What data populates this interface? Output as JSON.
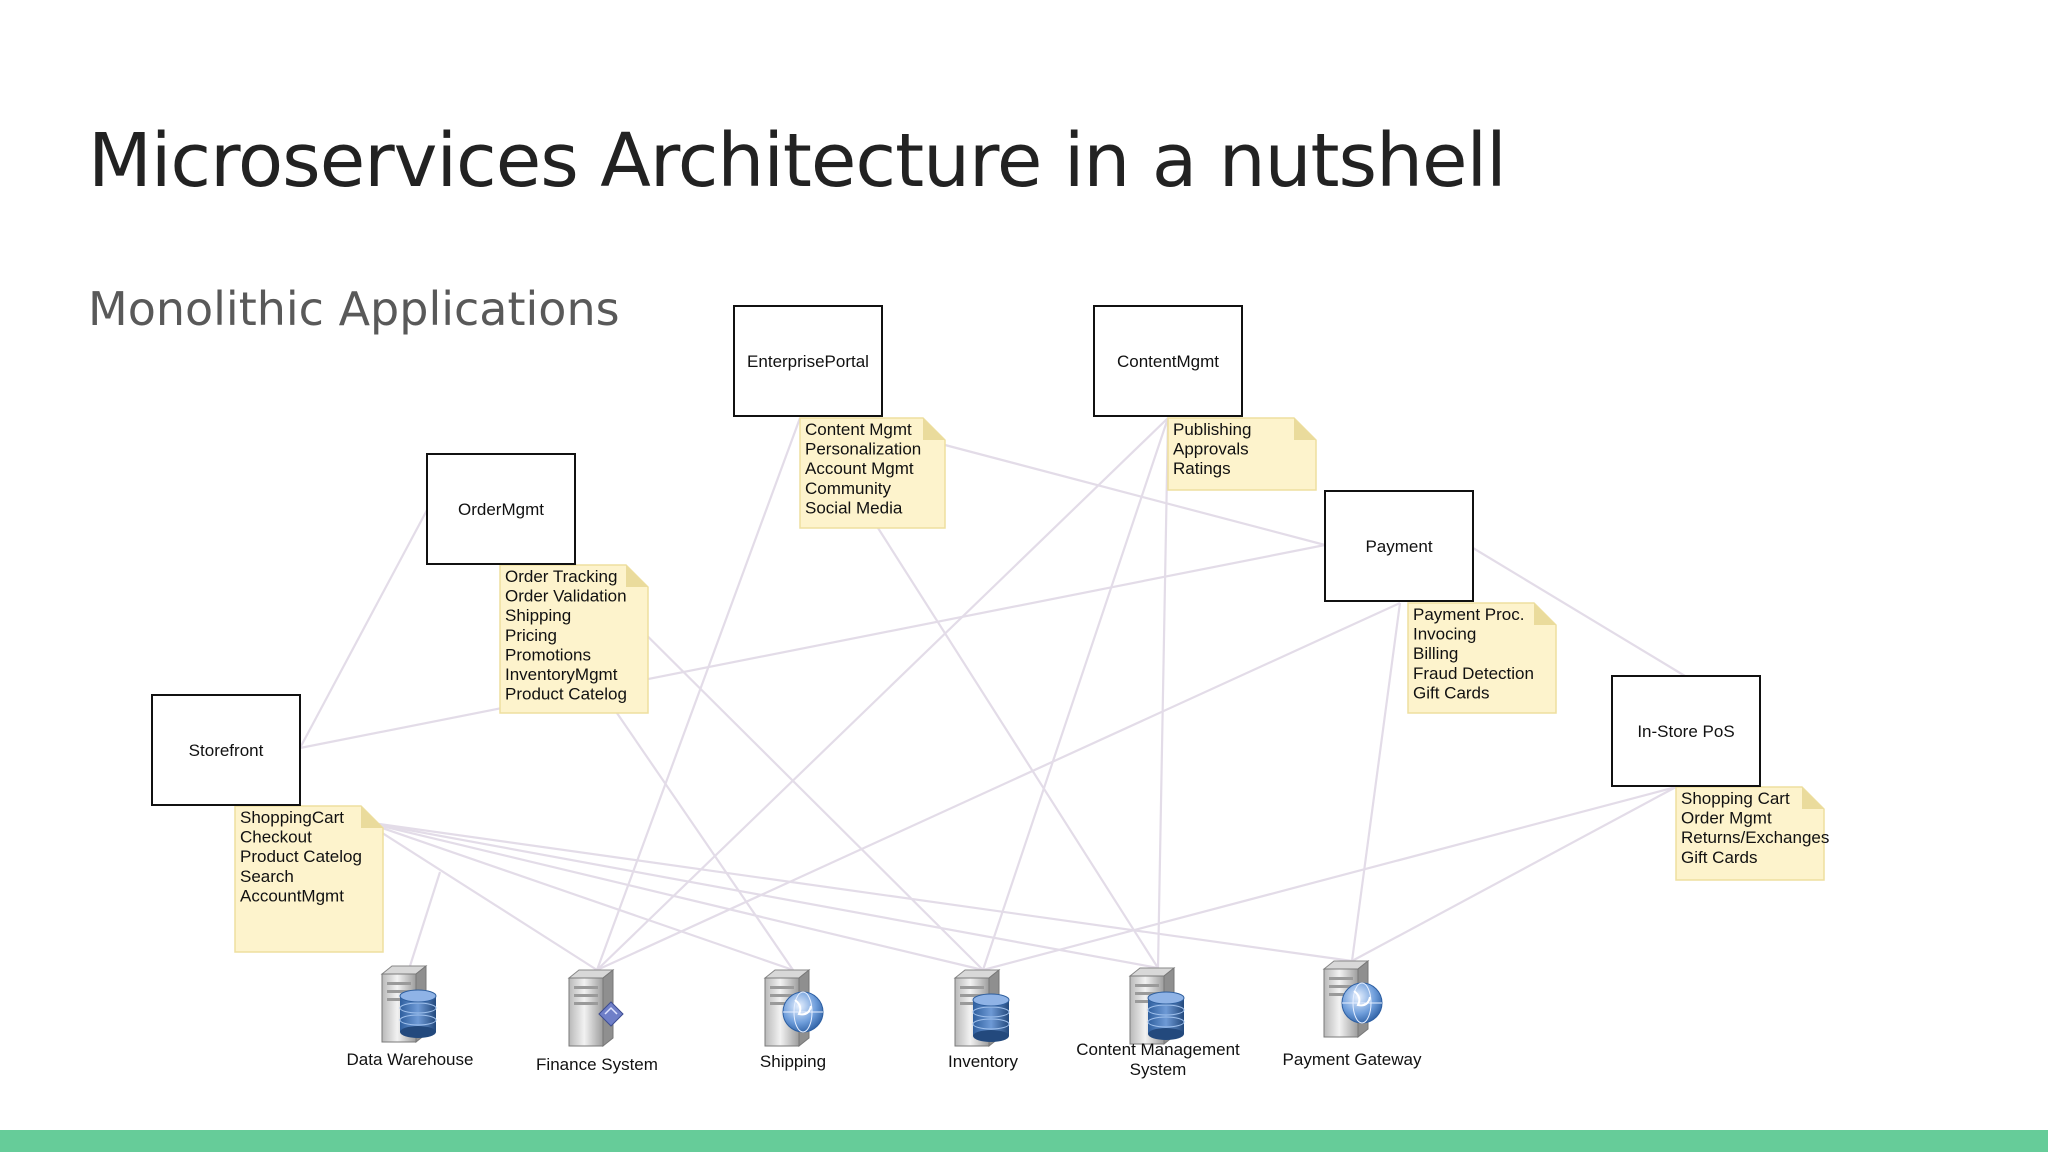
{
  "slide": {
    "title": "Microservices Architecture in a nutshell",
    "subtitle": "Monolithic Applications"
  },
  "colors": {
    "accent_bar": "#66cc99",
    "note_fill": "#fdf3cc",
    "connector": "#e3dce8"
  },
  "applications": [
    {
      "id": "storefront",
      "label": "Storefront",
      "features": [
        "ShoppingCart",
        "Checkout",
        "Product Catelog",
        "Search",
        "AccountMgmt"
      ]
    },
    {
      "id": "ordermgmt",
      "label": "OrderMgmt",
      "features": [
        "Order Tracking",
        "Order Validation",
        "Shipping",
        "Pricing",
        "Promotions",
        "InventoryMgmt",
        "Product Catelog"
      ]
    },
    {
      "id": "enterpriseportal",
      "label": "EnterprisePortal",
      "features": [
        "Content Mgmt",
        "Personalization",
        "Account Mgmt",
        "Community",
        "Social Media"
      ]
    },
    {
      "id": "contentmgmt",
      "label": "ContentMgmt",
      "features": [
        "Publishing",
        "Approvals",
        "Ratings"
      ]
    },
    {
      "id": "payment",
      "label": "Payment",
      "features": [
        "Payment Proc.",
        "Invocing",
        "Billing",
        "Fraud Detection",
        "Gift Cards"
      ]
    },
    {
      "id": "instorepos",
      "label": "In-Store PoS",
      "features": [
        "Shopping Cart",
        "Order Mgmt",
        "Returns/Exchanges",
        "Gift Cards"
      ]
    }
  ],
  "systems": [
    {
      "id": "datawarehouse",
      "label": [
        "Data Warehouse"
      ],
      "icon": "database-server-icon"
    },
    {
      "id": "finance",
      "label": [
        "Finance System"
      ],
      "icon": "app-server-icon"
    },
    {
      "id": "shipping",
      "label": [
        "Shipping"
      ],
      "icon": "web-server-icon"
    },
    {
      "id": "inventory",
      "label": [
        "Inventory"
      ],
      "icon": "database-server-icon"
    },
    {
      "id": "cms",
      "label": [
        "Content Management",
        "System"
      ],
      "icon": "database-server-icon"
    },
    {
      "id": "paymentgateway",
      "label": [
        "Payment Gateway"
      ],
      "icon": "web-server-icon"
    }
  ]
}
